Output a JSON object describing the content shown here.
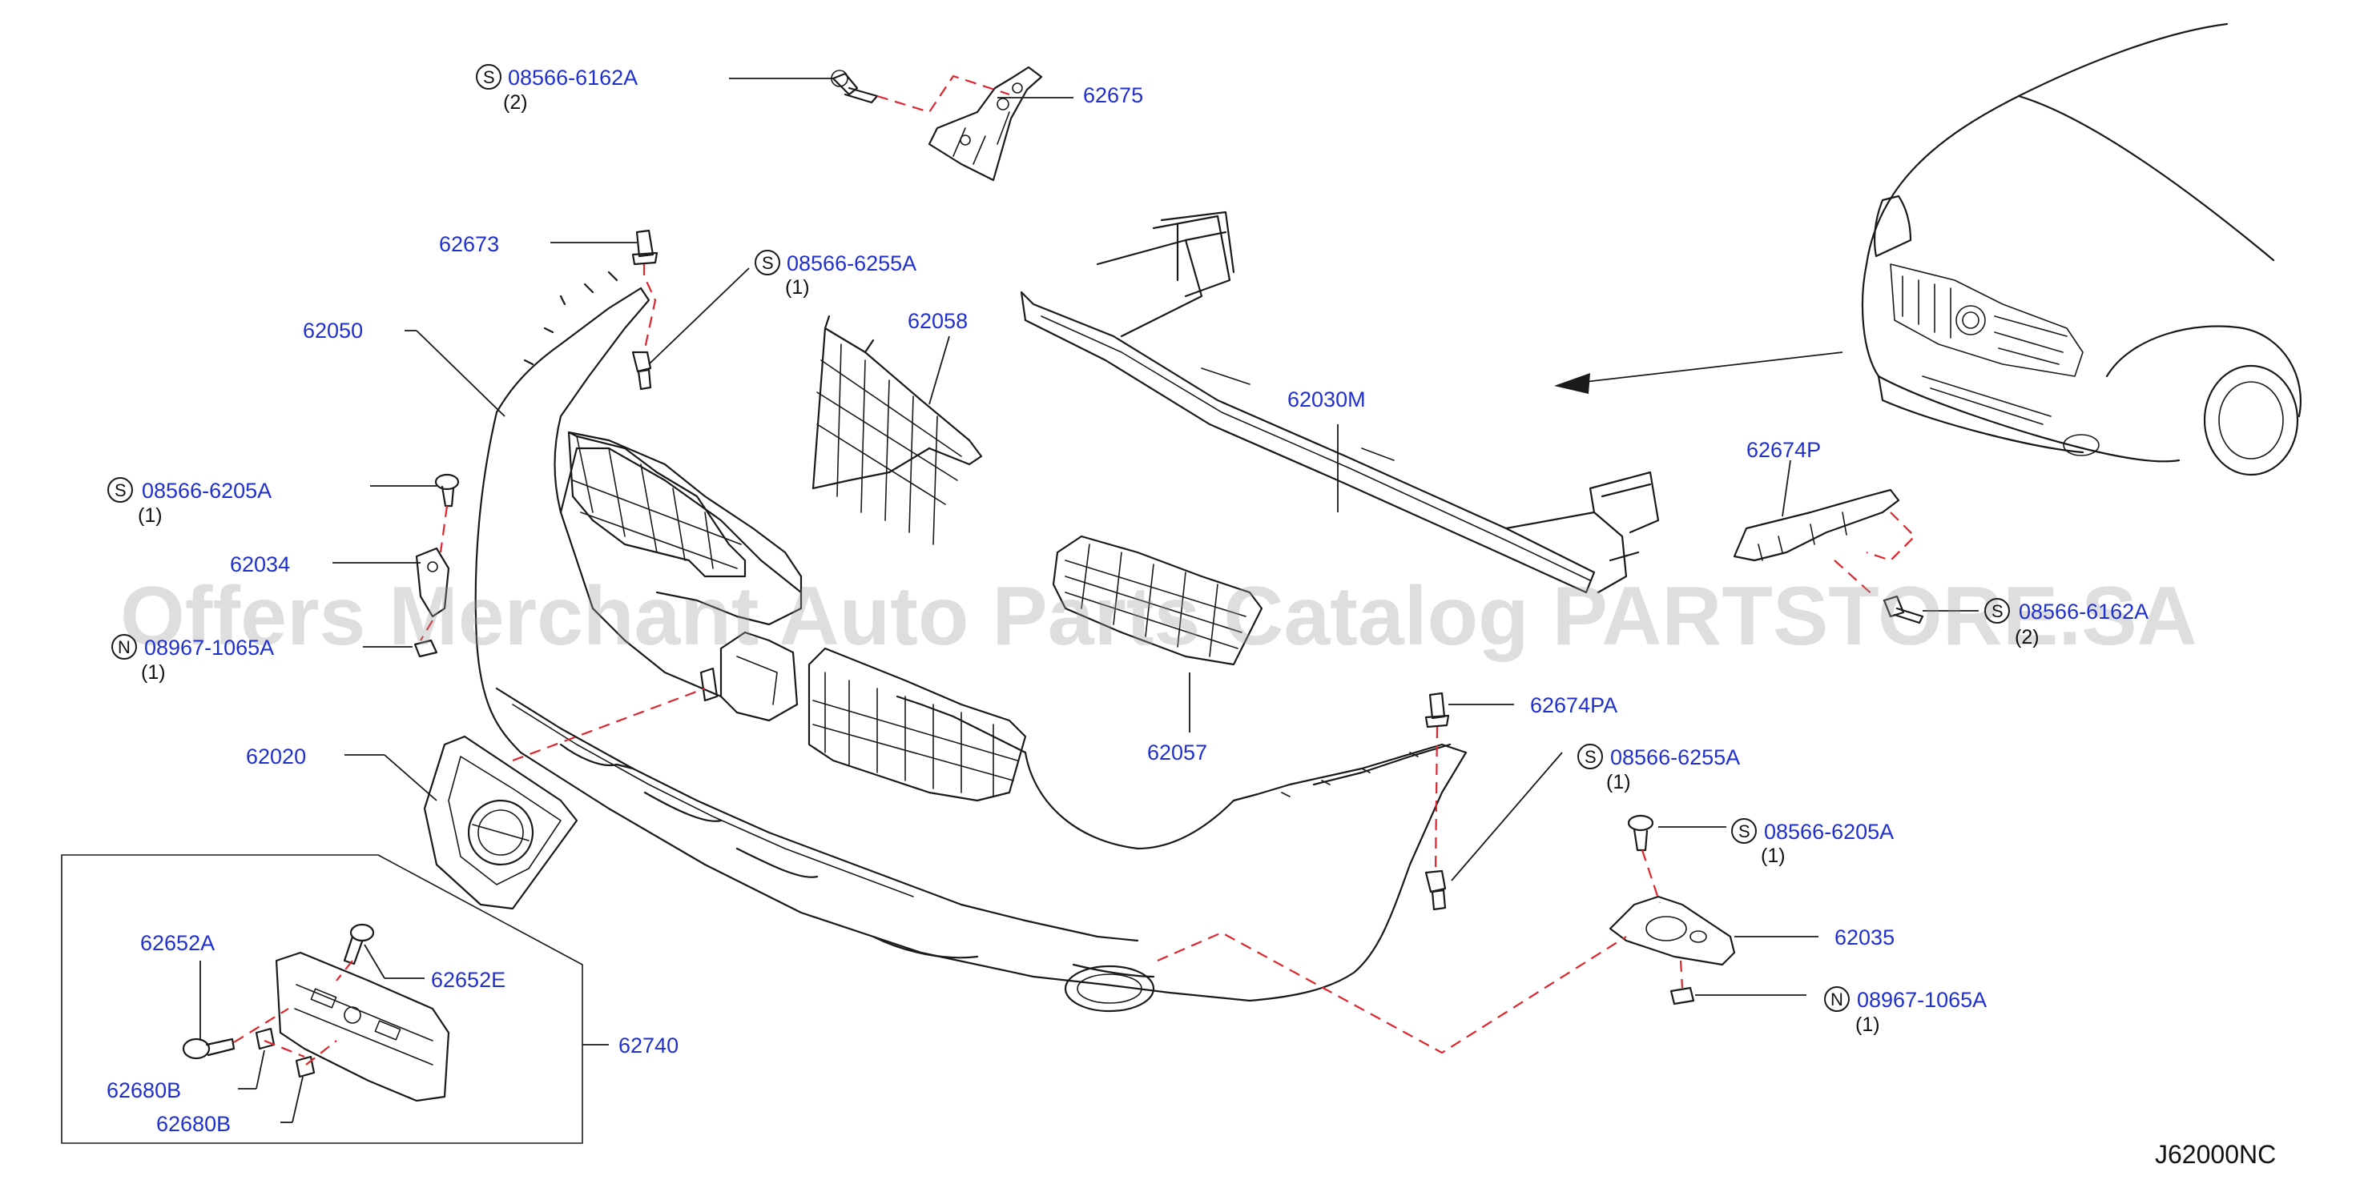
{
  "diagram": {
    "code": "J62000NC",
    "watermark": "Offers Merchant Auto Parts Catalog PARTSTORE.SA",
    "symbols": {
      "screw": "S",
      "nut": "N"
    },
    "labels": {
      "p62675": "62675",
      "s08566_6162A_top": "08566-6162A",
      "q2_top": "(2)",
      "p62673": "62673",
      "s08566_6255A_left": "08566-6255A",
      "q1_6255_left": "(1)",
      "p62050": "62050",
      "p62058": "62058",
      "p62030M": "62030M",
      "s08566_6205A_left": "08566-6205A",
      "q1_6205_left": "(1)",
      "p62034": "62034",
      "n08967_1065A_left": "08967-1065A",
      "q1_1065_left": "(1)",
      "p62674P": "62674P",
      "s08566_6162A_right": "08566-6162A",
      "q2_right": "(2)",
      "p62674PA": "62674PA",
      "s08566_6255A_right": "08566-6255A",
      "q1_6255_right": "(1)",
      "p62057": "62057",
      "p62020": "62020",
      "s08566_6205A_right": "08566-6205A",
      "q1_6205_right": "(1)",
      "p62035": "62035",
      "n08967_1065A_right": "08967-1065A",
      "q1_1065_right": "(1)",
      "p62652A": "62652A",
      "p62652E": "62652E",
      "p62740": "62740",
      "p62680B_a": "62680B",
      "p62680B_b": "62680B"
    }
  }
}
